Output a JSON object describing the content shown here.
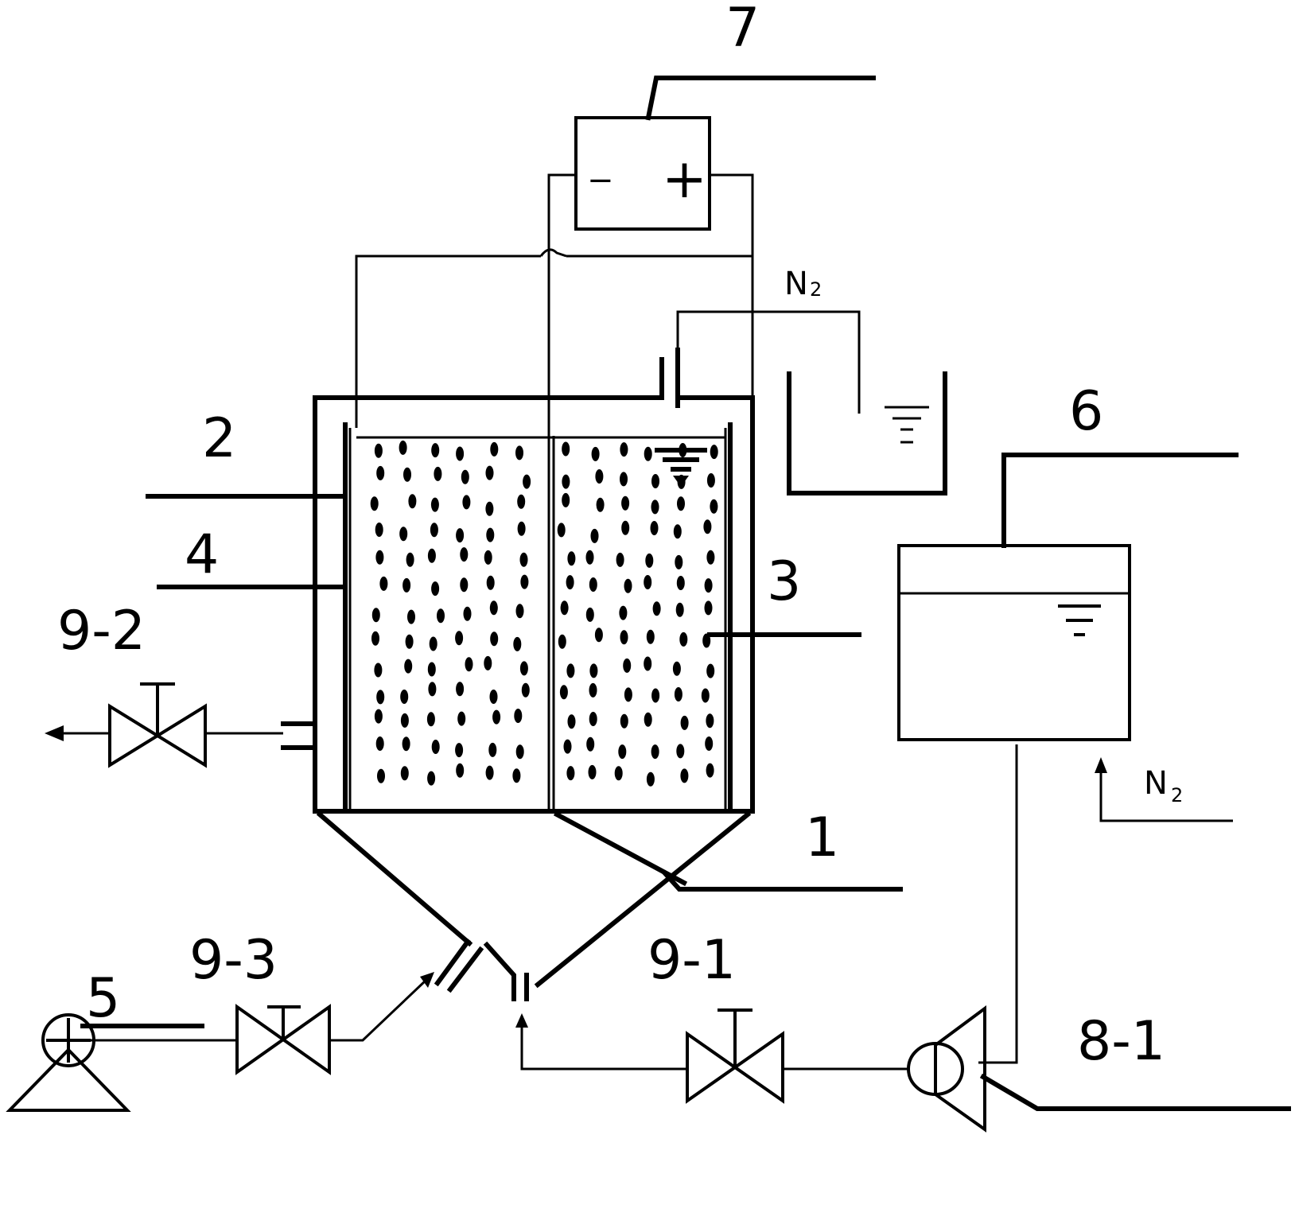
{
  "labels": {
    "reactor": "1",
    "anode": "2",
    "cathode": "3",
    "separator": "4",
    "pump": "5",
    "feed_tank": "6",
    "power_supply": "7",
    "feed_pump": "8-1",
    "valve_inlet": "9-1",
    "valve_outlet": "9-2",
    "valve_sample": "9-3"
  },
  "power_supply": {
    "negative": "−",
    "positive": "+"
  },
  "gas": {
    "text": "N",
    "subscript": "2"
  }
}
